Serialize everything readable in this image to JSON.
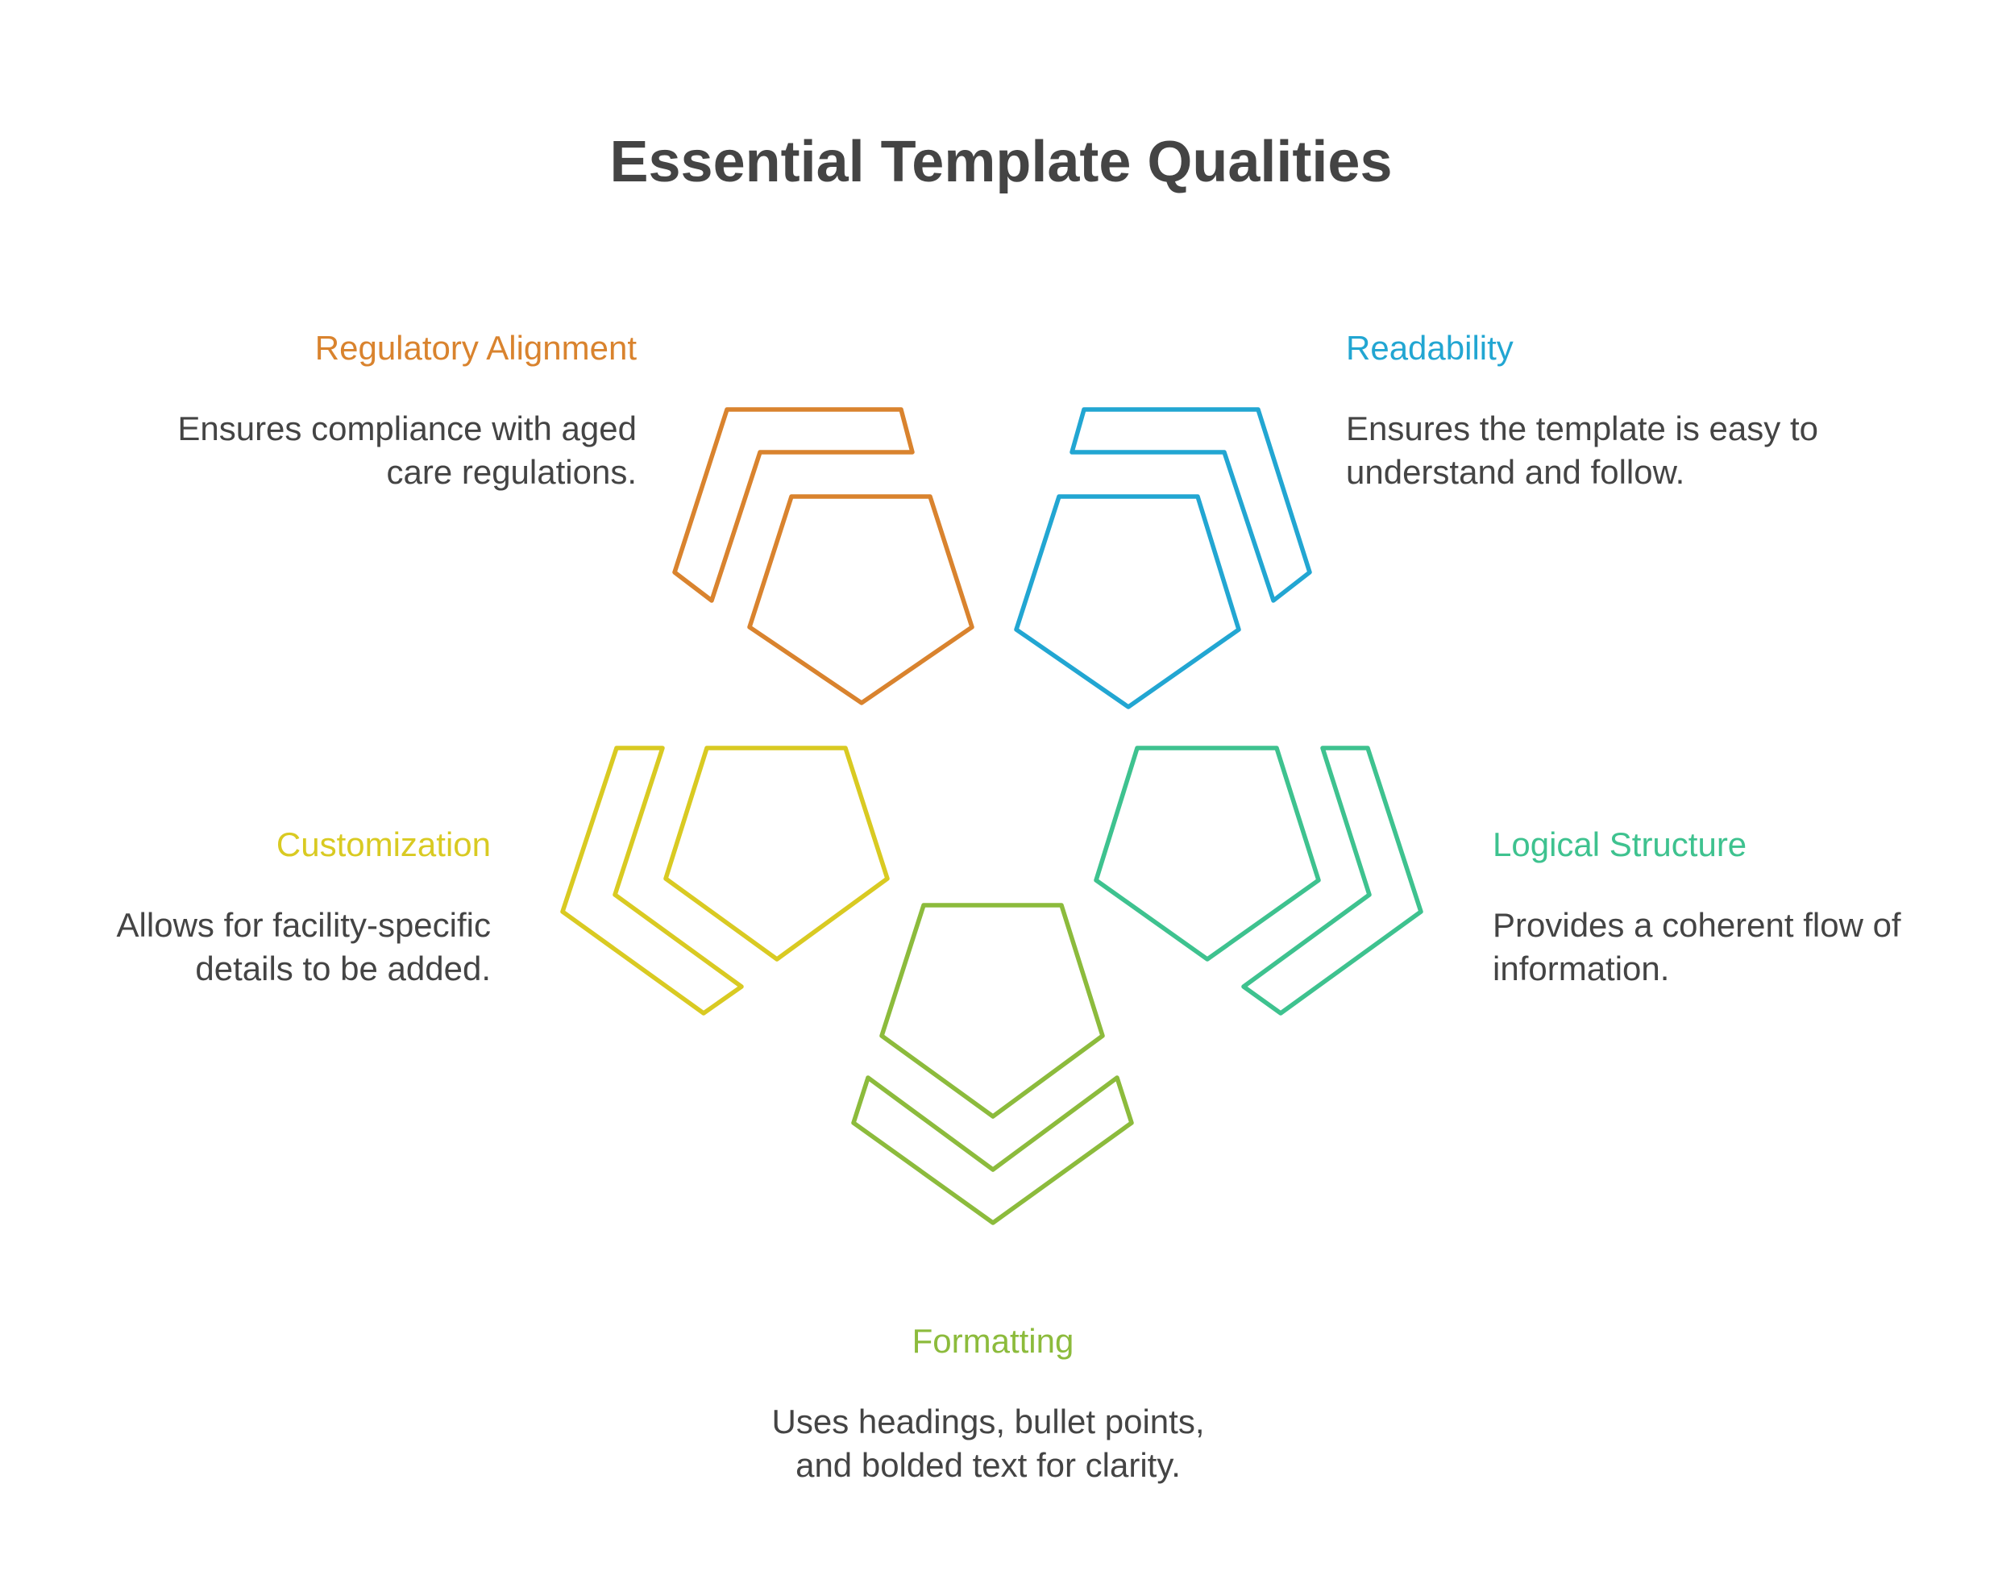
{
  "title": "Essential Template Qualities",
  "colors": {
    "title": "#444444",
    "text": "#444444",
    "regulatory": "#D9832E",
    "readability": "#22A6D2",
    "customization": "#D9CA22",
    "logical": "#3EC28F",
    "formatting": "#8CBB3C"
  },
  "items": [
    {
      "key": "regulatory",
      "heading": "Regulatory Alignment",
      "lines": [
        "Ensures compliance with aged",
        "care regulations."
      ]
    },
    {
      "key": "readability",
      "heading": "Readability",
      "lines": [
        "Ensures the template is easy to",
        "understand and follow."
      ]
    },
    {
      "key": "customization",
      "heading": "Customization",
      "lines": [
        "Allows for facility-specific",
        "details to be added."
      ]
    },
    {
      "key": "logical",
      "heading": "Logical Structure",
      "lines": [
        "Provides a coherent flow of",
        "information."
      ]
    },
    {
      "key": "formatting",
      "heading": "Formatting",
      "lines": [
        "Uses headings, bullet points,",
        "and bolded text for clarity."
      ]
    }
  ]
}
